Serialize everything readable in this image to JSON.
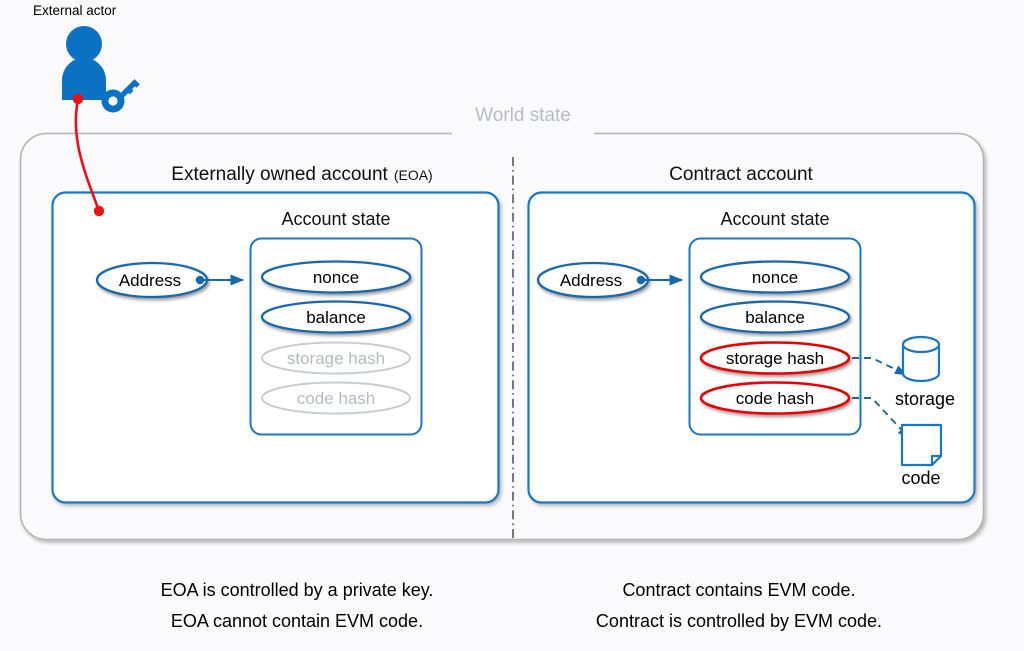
{
  "meta": {
    "title": "Ethereum account types — world state diagram",
    "background": "#fafafd",
    "accent_blue": "#1569b0",
    "accent_blue_light": "#1878c8",
    "accent_red": "#ee0000",
    "dim_gray": "#b7bbc0",
    "container_gray": "#b0b0b0"
  },
  "actor": {
    "label": "External actor",
    "person_icon": "person-icon",
    "key_icon": "key-icon"
  },
  "world_state": {
    "label": "World state"
  },
  "panels": [
    {
      "id": "eoa",
      "title": "Externally owned account",
      "title_suffix": "(EOA)",
      "state_title": "Account state",
      "address_label": "Address",
      "fields": [
        {
          "label": "nonce",
          "state": "active"
        },
        {
          "label": "balance",
          "state": "active"
        },
        {
          "label": "storage hash",
          "state": "disabled"
        },
        {
          "label": "code hash",
          "state": "disabled"
        }
      ],
      "artifacts": [],
      "caption_lines": [
        "EOA is controlled by a private key.",
        "EOA cannot contain EVM code."
      ]
    },
    {
      "id": "contract",
      "title": "Contract account",
      "title_suffix": "",
      "state_title": "Account state",
      "address_label": "Address",
      "fields": [
        {
          "label": "nonce",
          "state": "active"
        },
        {
          "label": "balance",
          "state": "active"
        },
        {
          "label": "storage hash",
          "state": "highlighted"
        },
        {
          "label": "code hash",
          "state": "highlighted"
        }
      ],
      "artifacts": [
        {
          "label": "storage",
          "icon": "database-cylinder-icon"
        },
        {
          "label": "code",
          "icon": "document-note-icon"
        }
      ],
      "caption_lines": [
        "Contract contains EVM code.",
        "Contract is controlled by EVM code."
      ]
    }
  ]
}
